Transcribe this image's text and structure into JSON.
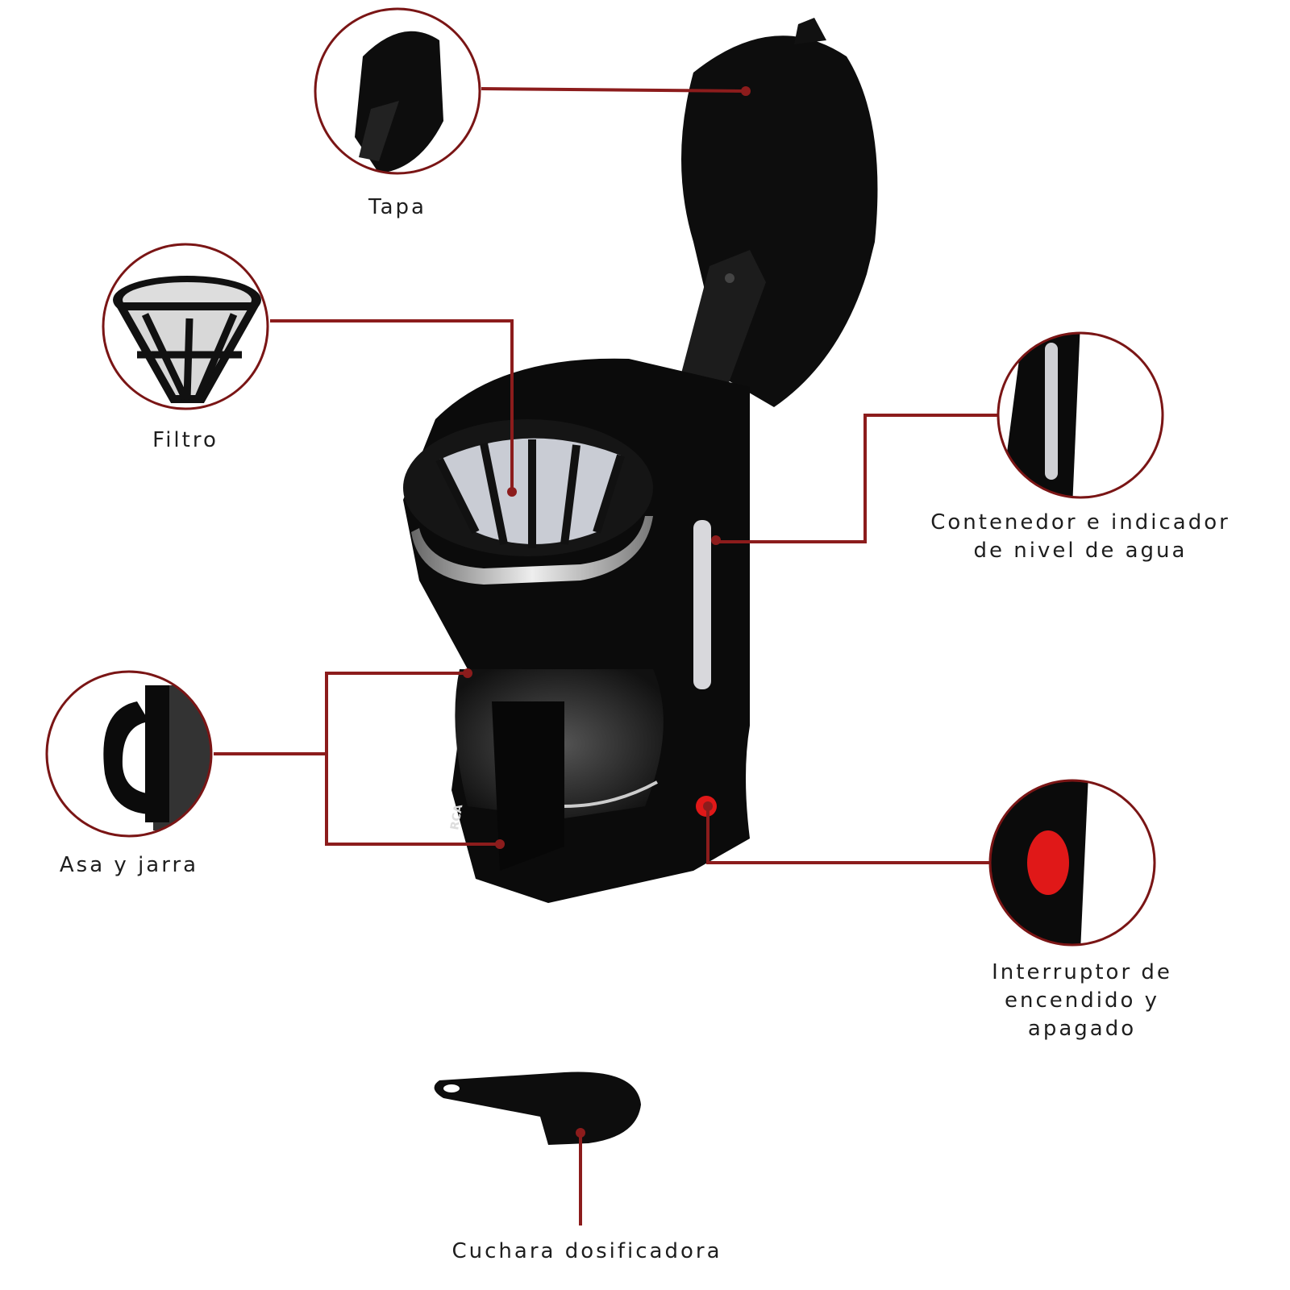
{
  "accent_color": "#8c1c1c",
  "labels": {
    "tapa": "Tapa",
    "filtro": "Filtro",
    "contenedor_line1": "Contenedor e indicador",
    "contenedor_line2": "de nivel de agua",
    "asa": "Asa y jarra",
    "interruptor_line1": "Interruptor de",
    "interruptor_line2": "encendido y",
    "interruptor_line3": "apagado",
    "cuchara": "Cuchara dosificadora"
  },
  "brand_logo": "RCA"
}
